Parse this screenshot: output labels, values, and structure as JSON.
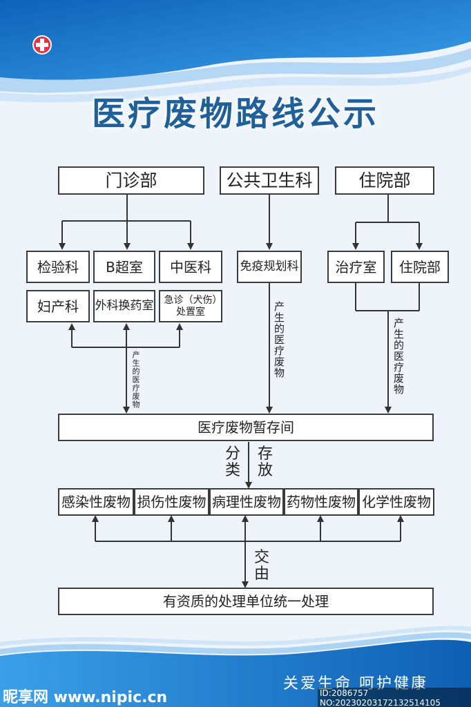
{
  "title": "医疗废物路线公示",
  "departments": {
    "outpatient": "门诊部",
    "public_health": "公共卫生科",
    "inpatient": "住院部"
  },
  "outpatient_units": {
    "lab": "检验科",
    "ultrasound": "B超室",
    "tcm": "中医科",
    "obgyn": "妇产科",
    "surgery_dressing": "外科换药室",
    "emergency": "急诊（犬伤）处置室"
  },
  "public_health_units": {
    "immunization": "免疫规划科"
  },
  "inpatient_units": {
    "treatment": "治疗室",
    "ward": "住院部"
  },
  "edge_labels": {
    "produced_waste": "产生的医疗废物",
    "classify": "分类",
    "store": "存放",
    "hand_over": "交由"
  },
  "storage": "医疗废物暂存间",
  "waste_types": [
    "感染性废物",
    "损伤性废物",
    "病理性废物",
    "药物性废物",
    "化学性废物"
  ],
  "final_disposal": "有资质的处理单位统一处理",
  "slogan": "关爱生命  呵护健康",
  "watermark": {
    "site": "昵享网 www.nipic.cn",
    "id": "ID:2086757 NO:20230203172132514105"
  },
  "colors": {
    "title": "#1f5f9a",
    "brand_blue": "#1a6fc4",
    "line": "#333333",
    "background": "#eef4fa"
  }
}
